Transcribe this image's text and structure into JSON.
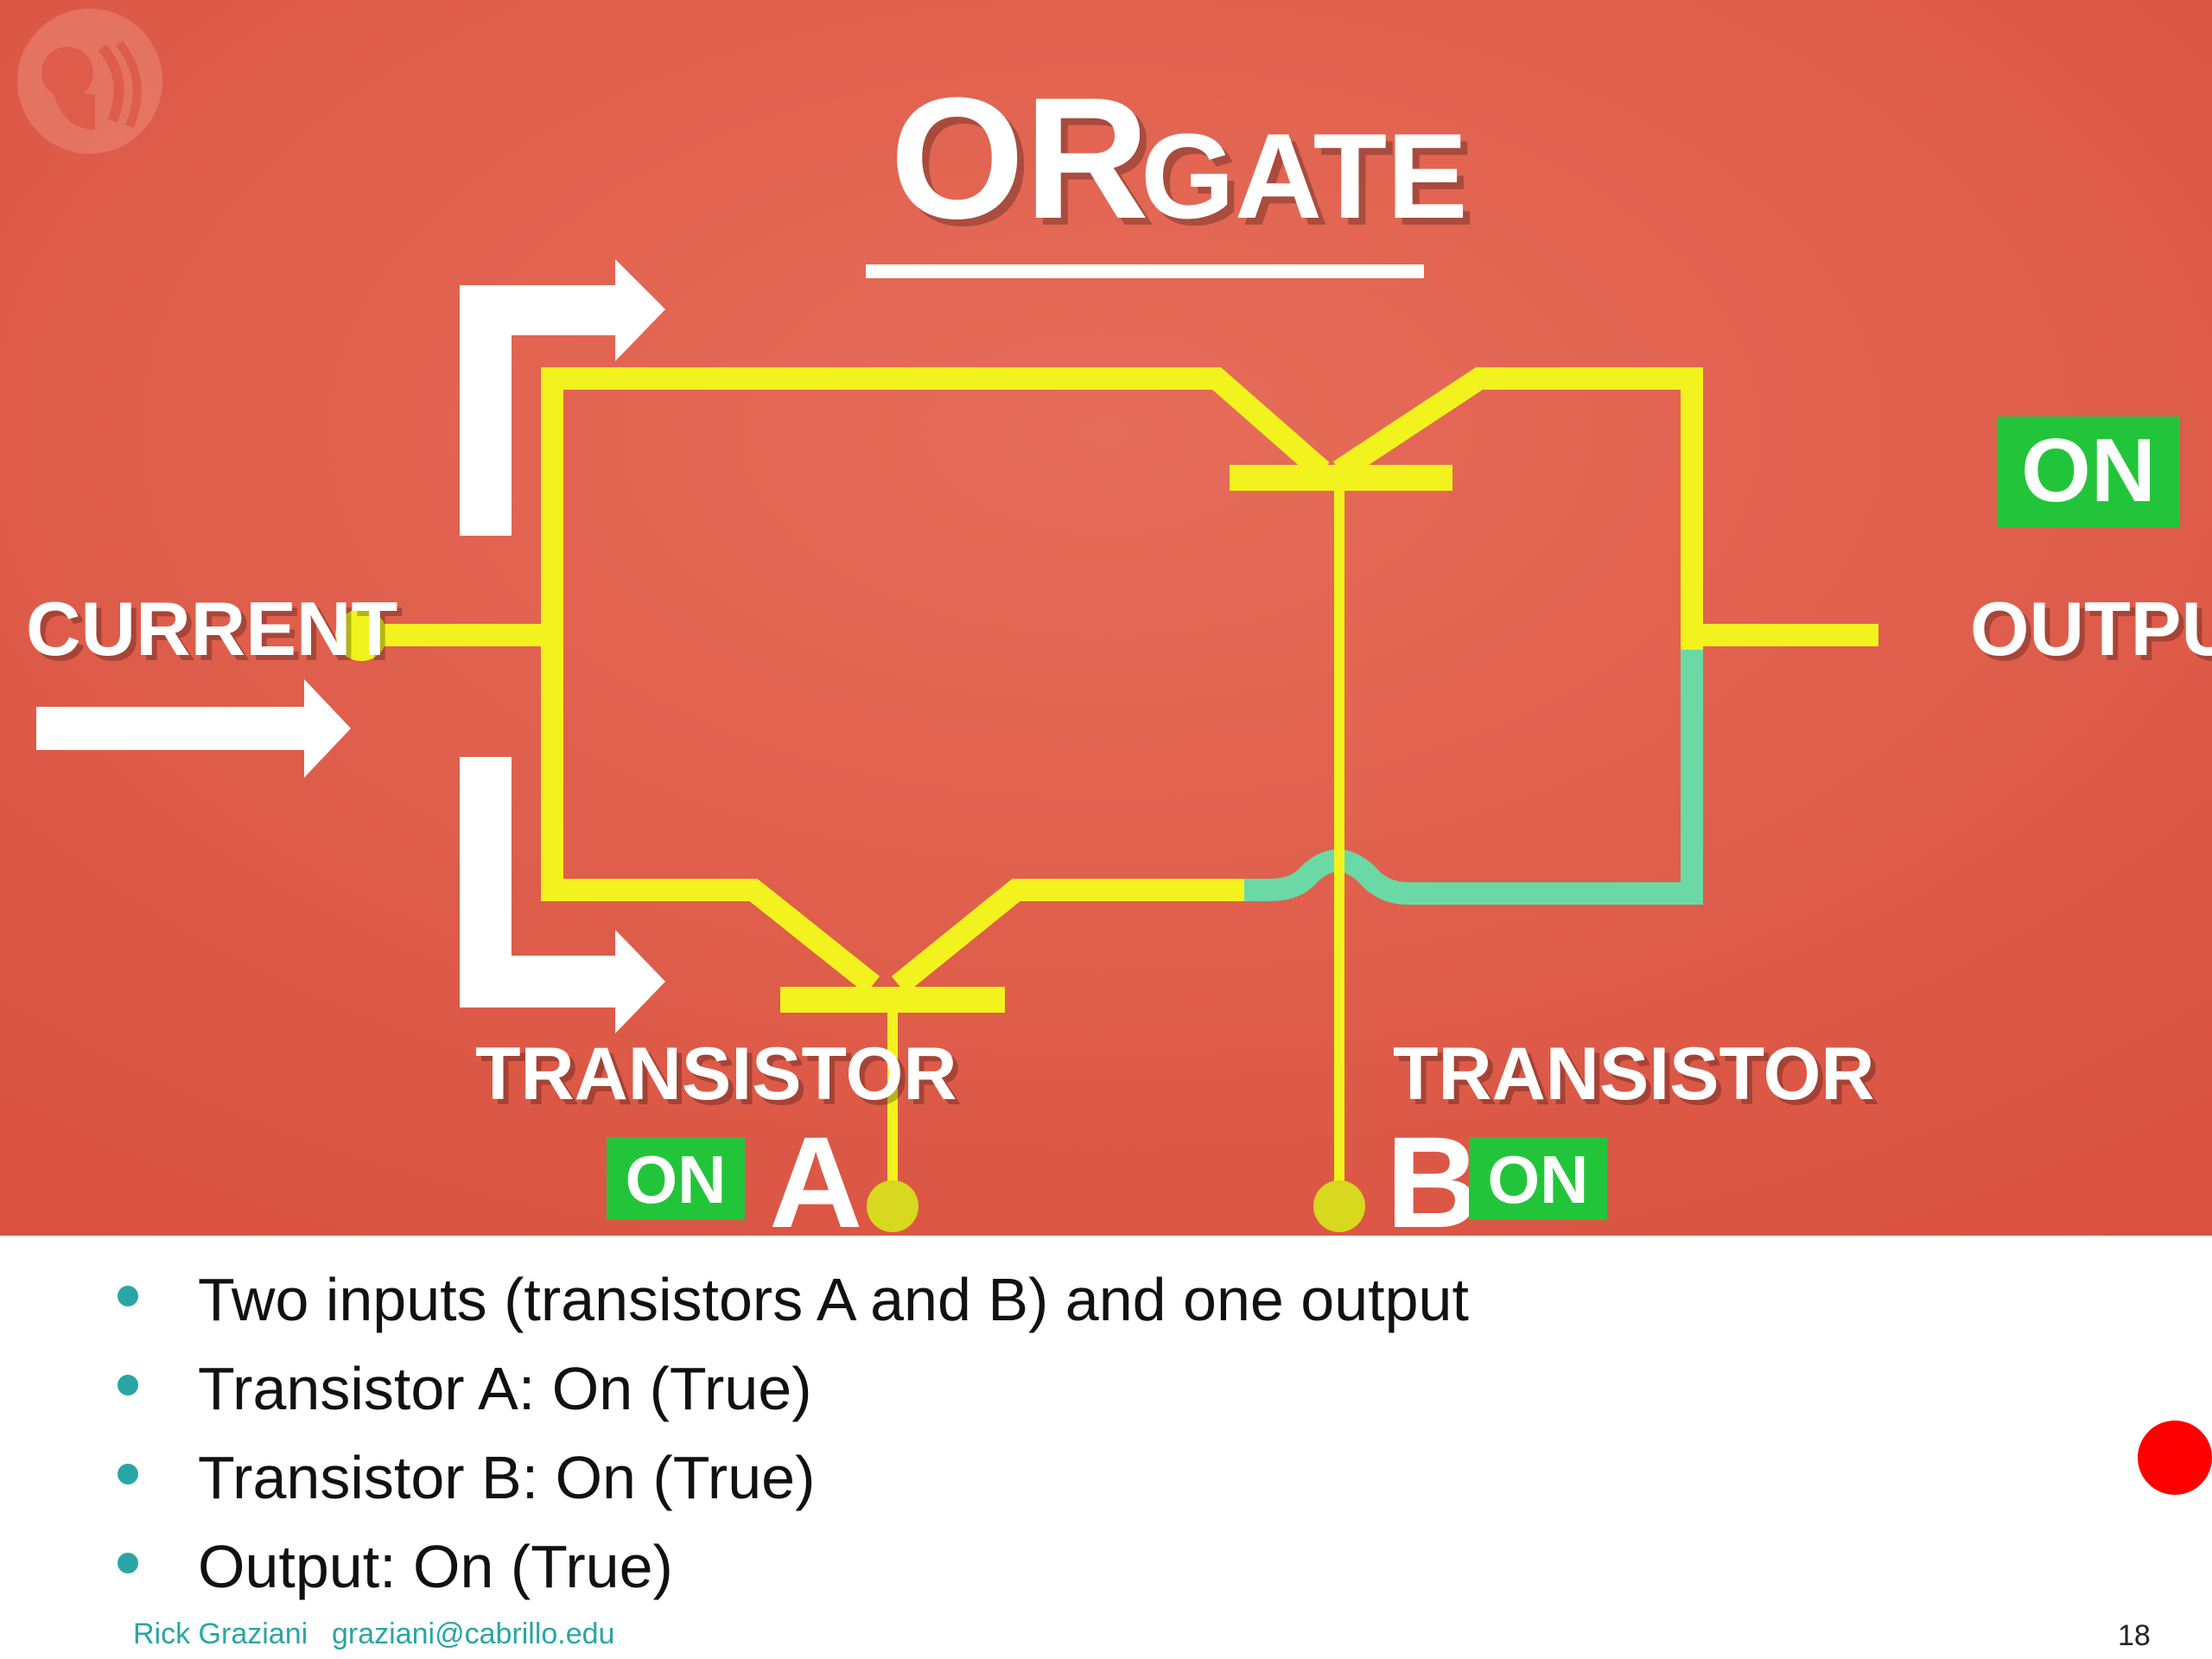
{
  "diagram": {
    "title_main": "OR",
    "title_sub": "GATE",
    "label_current": "CURRENT",
    "label_output": "OUTPUT",
    "label_output_state": "ON",
    "label_transistor_a": "TRANSISTOR",
    "letter_a": "A",
    "state_a": "ON",
    "label_transistor_b": "TRANSISTOR",
    "letter_b": "B",
    "state_b": "ON",
    "logo_icon": "pbs-logo-icon",
    "colors": {
      "background": "#e0634f",
      "wire_active": "#f2f21e",
      "wire_teal": "#6ad9a6",
      "badge_green": "#22c53a",
      "arrow_white": "#ffffff"
    }
  },
  "bullets": [
    "Two inputs (transistors A and B) and one output",
    "Transistor A: On (True)",
    "Transistor B: On (True)",
    "Output: On (True)"
  ],
  "footer": {
    "author": "Rick Graziani",
    "email": "graziani@cabrillo.edu",
    "page_number": "18"
  }
}
